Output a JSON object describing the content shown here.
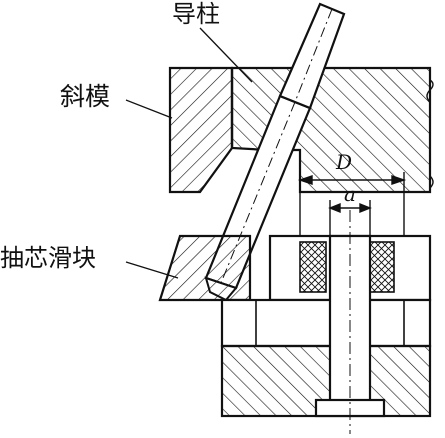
{
  "labels": {
    "guide_pillar": "导柱",
    "inclined_die": "斜模",
    "core_pulling_slider": "抽芯滑块"
  },
  "dimensions": {
    "outer_diameter": "D",
    "inner_diameter": "a"
  },
  "colors": {
    "line": "#111111",
    "background": "#ffffff"
  }
}
